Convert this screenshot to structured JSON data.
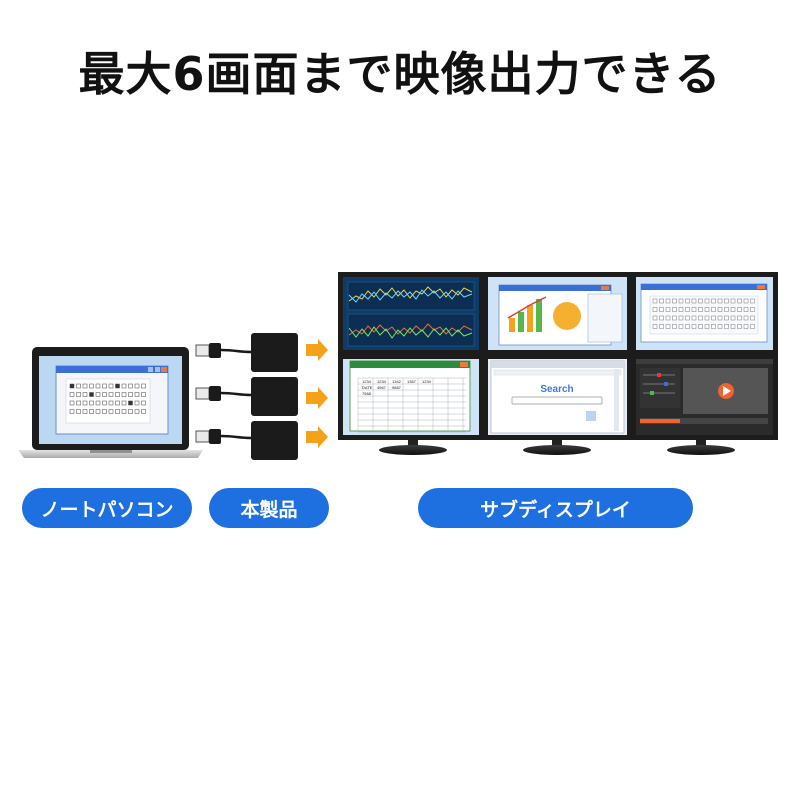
{
  "headline": "最大6画面まで映像出力できる",
  "labels": {
    "laptop": "ノートパソコン",
    "product": "本製品",
    "displays": "サブディスプレイ"
  },
  "screens": {
    "search_text": "Search",
    "sheet_headers": [
      "1234",
      "1234",
      "1342",
      "1367",
      "1234"
    ],
    "sheet_row2": [
      "DATE",
      "4567",
      "9887"
    ],
    "sheet_row3": [
      "7568"
    ]
  },
  "colors": {
    "pill": "#1e6fe0",
    "arrow": "#f5a21b",
    "frame": "#1c1c1c",
    "screen_bg": "#cfe3f7",
    "window_titlebar": "#3b6fd6"
  },
  "icons": {
    "arrow": "right-arrow-icon",
    "play": "play-icon"
  }
}
